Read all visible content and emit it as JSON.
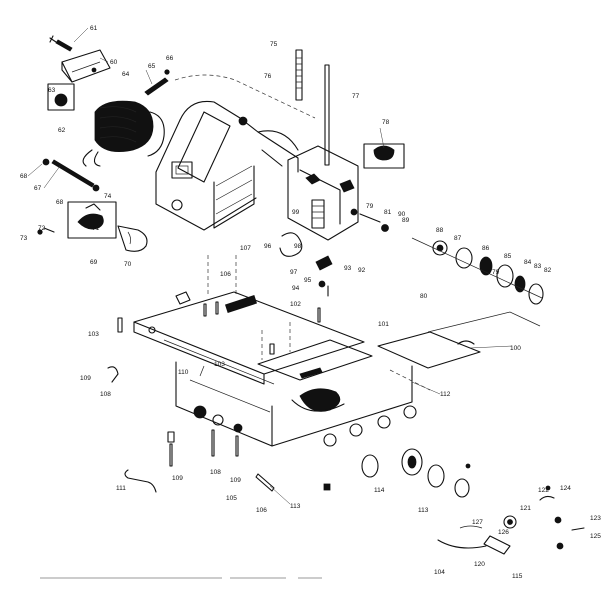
{
  "labels": [
    {
      "id": "61",
      "text": "61"
    },
    {
      "id": "60",
      "text": "60"
    },
    {
      "id": "64",
      "text": "64"
    },
    {
      "id": "65",
      "text": "65"
    },
    {
      "id": "66",
      "text": "66"
    },
    {
      "id": "63",
      "text": "63"
    },
    {
      "id": "62",
      "text": "62"
    },
    {
      "id": "68",
      "text": "68"
    },
    {
      "id": "67",
      "text": "67"
    },
    {
      "id": "68b",
      "text": "68"
    },
    {
      "id": "74",
      "text": "74"
    },
    {
      "id": "72",
      "text": "72"
    },
    {
      "id": "73",
      "text": "73"
    },
    {
      "id": "71",
      "text": "71"
    },
    {
      "id": "69",
      "text": "69"
    },
    {
      "id": "70",
      "text": "70"
    },
    {
      "id": "75",
      "text": "75"
    },
    {
      "id": "76",
      "text": "76"
    },
    {
      "id": "77",
      "text": "77"
    },
    {
      "id": "78",
      "text": "78"
    },
    {
      "id": "79",
      "text": "79"
    },
    {
      "id": "81",
      "text": "81"
    },
    {
      "id": "90",
      "text": "90"
    },
    {
      "id": "89",
      "text": "89"
    },
    {
      "id": "99",
      "text": "99"
    },
    {
      "id": "98",
      "text": "98"
    },
    {
      "id": "107",
      "text": "107"
    },
    {
      "id": "96",
      "text": "96"
    },
    {
      "id": "97",
      "text": "97"
    },
    {
      "id": "95",
      "text": "95"
    },
    {
      "id": "93",
      "text": "93"
    },
    {
      "id": "92",
      "text": "92"
    },
    {
      "id": "94",
      "text": "94"
    },
    {
      "id": "88",
      "text": "88"
    },
    {
      "id": "87",
      "text": "87"
    },
    {
      "id": "86",
      "text": "86"
    },
    {
      "id": "85",
      "text": "85"
    },
    {
      "id": "84",
      "text": "84"
    },
    {
      "id": "83",
      "text": "83"
    },
    {
      "id": "82",
      "text": "82"
    },
    {
      "id": "79b",
      "text": "79"
    },
    {
      "id": "80",
      "text": "80"
    },
    {
      "id": "106",
      "text": "106"
    },
    {
      "id": "102",
      "text": "102"
    },
    {
      "id": "101",
      "text": "101"
    },
    {
      "id": "100",
      "text": "100"
    },
    {
      "id": "103",
      "text": "103"
    },
    {
      "id": "103b",
      "text": "103"
    },
    {
      "id": "110",
      "text": "110"
    },
    {
      "id": "109",
      "text": "109"
    },
    {
      "id": "108",
      "text": "108"
    },
    {
      "id": "112",
      "text": "112"
    },
    {
      "id": "109b",
      "text": "109"
    },
    {
      "id": "108b",
      "text": "108"
    },
    {
      "id": "109c",
      "text": "109"
    },
    {
      "id": "105",
      "text": "105"
    },
    {
      "id": "106b",
      "text": "106"
    },
    {
      "id": "111",
      "text": "111"
    },
    {
      "id": "113",
      "text": "113"
    },
    {
      "id": "114",
      "text": "114"
    },
    {
      "id": "113b",
      "text": "113"
    },
    {
      "id": "122",
      "text": "122"
    },
    {
      "id": "124",
      "text": "124"
    },
    {
      "id": "127",
      "text": "127"
    },
    {
      "id": "121",
      "text": "121"
    },
    {
      "id": "123",
      "text": "123"
    },
    {
      "id": "125",
      "text": "125"
    },
    {
      "id": "126",
      "text": "126"
    },
    {
      "id": "104",
      "text": "104"
    },
    {
      "id": "120",
      "text": "120"
    },
    {
      "id": "115",
      "text": "115"
    }
  ]
}
